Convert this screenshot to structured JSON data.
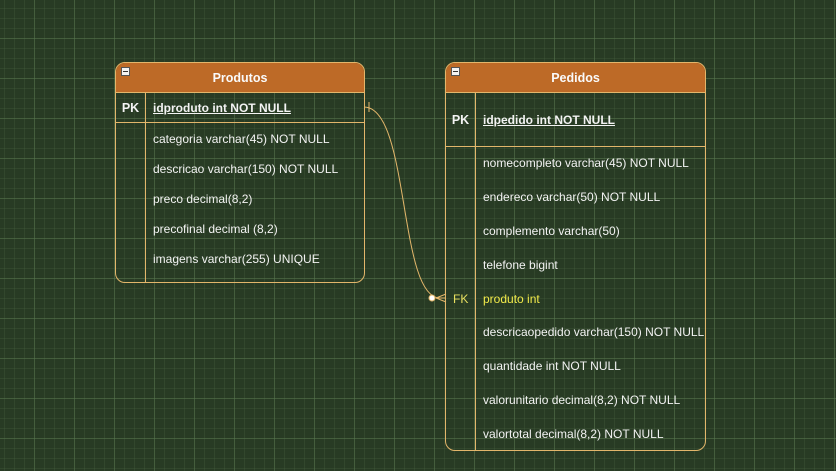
{
  "tables": {
    "produtos": {
      "title": "Produtos",
      "pk_label": "PK",
      "pk_field": "idproduto int NOT NULL",
      "fields": [
        "categoria varchar(45) NOT NULL",
        "descricao varchar(150) NOT NULL",
        "preco decimal(8,2)",
        "precofinal decimal (8,2)",
        "imagens varchar(255)  UNIQUE"
      ]
    },
    "pedidos": {
      "title": "Pedidos",
      "pk_label": "PK",
      "pk_field": "idpedido int NOT NULL",
      "fk_label": "FK",
      "fields": [
        "nomecompleto varchar(45) NOT NULL",
        "endereco varchar(50) NOT NULL",
        "complemento varchar(50)",
        "telefone bigint",
        "produto int",
        "descricaopedido varchar(150) NOT NULL",
        "quantidade int NOT NULL",
        "valorunitario decimal(8,2) NOT NULL",
        "valortotal decimal(8,2) NOT NULL"
      ]
    }
  },
  "relationship": {
    "from": "produtos.idproduto",
    "to": "pedidos.produto",
    "from_end": "one-mandatory",
    "to_end": "zero-or-many"
  },
  "colors": {
    "canvas": "#283b24",
    "header": "#bd6a27",
    "border": "#e3b66b",
    "text": "#f3f3f3",
    "fk_text": "#f1ea4a"
  }
}
